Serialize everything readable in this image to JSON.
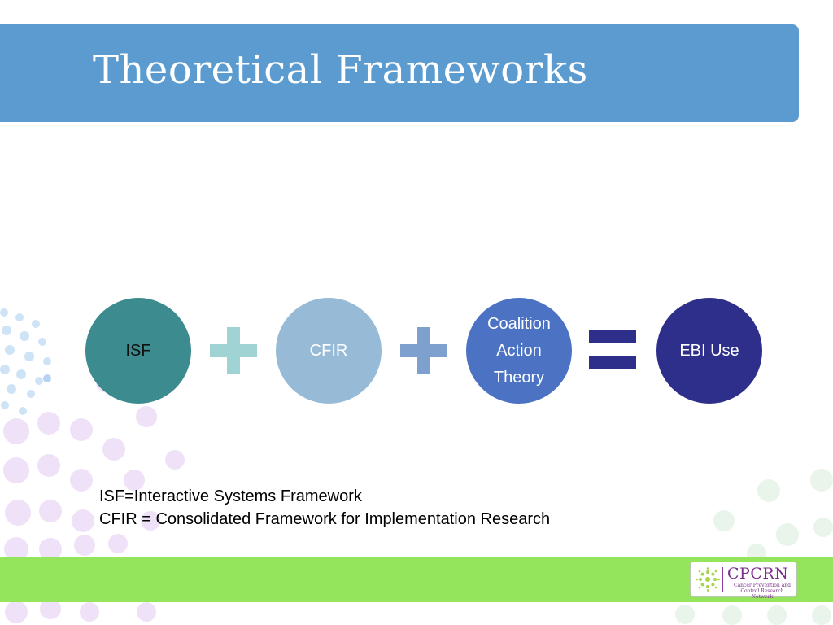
{
  "header": {
    "title": "Theoretical Frameworks"
  },
  "diagram": {
    "nodes": [
      {
        "id": "isf",
        "lines": [
          "ISF"
        ],
        "color": "#3b8b8f"
      },
      {
        "id": "cfir",
        "lines": [
          "CFIR"
        ],
        "color": "#97bbd6"
      },
      {
        "id": "coalition-action-theory",
        "lines": [
          "Coalition",
          "Action",
          "Theory"
        ],
        "color": "#4c72c4"
      },
      {
        "id": "ebi-use",
        "lines": [
          "EBI Use"
        ],
        "color": "#2e2f8a"
      }
    ],
    "operators": [
      {
        "symbol": "plus",
        "color": "#9fd3d4"
      },
      {
        "symbol": "plus",
        "color": "#7da0cf"
      },
      {
        "symbol": "equals",
        "color": "#2e2f8a"
      }
    ]
  },
  "legend": {
    "line1": "ISF=Interactive Systems Framework",
    "line2": "CFIR = Consolidated Framework for Implementation Research"
  },
  "footer": {
    "logo": {
      "name": "CPCRN",
      "subtitle_line1": "Cancer Prevention and",
      "subtitle_line2": "Control Research Network"
    }
  },
  "colors": {
    "header": "#5b9bd0",
    "footer": "#94e45c",
    "logo_text": "#7a2e8c"
  }
}
